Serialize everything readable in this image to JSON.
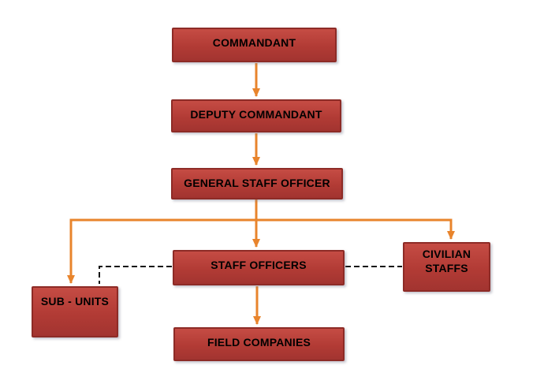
{
  "diagram": {
    "type": "organizational-chart",
    "background": "#FFFFFF",
    "colors": {
      "node_fill_top": "#C54C44",
      "node_fill_bottom": "#A23430",
      "node_border": "#8D2B26",
      "connector_arrow": "#E8842C",
      "dashed_connector": "#141414",
      "node_text": "#000000"
    },
    "nodes": {
      "commandant": {
        "label": "COMMANDANT"
      },
      "deputy_commandant": {
        "label": "DEPUTY COMMANDANT"
      },
      "general_staff_officer": {
        "label": "GENERAL STAFF OFFICER"
      },
      "staff_officers": {
        "label": "STAFF OFFICERS"
      },
      "sub_units": {
        "label": "SUB - UNITS"
      },
      "civilian_staffs": {
        "label": "CIVILIAN STAFFS"
      },
      "field_companies": {
        "label": "FIELD COMPANIES"
      }
    },
    "edges": [
      {
        "from": "commandant",
        "to": "deputy_commandant",
        "type": "solid-arrow"
      },
      {
        "from": "deputy_commandant",
        "to": "general_staff_officer",
        "type": "solid-arrow"
      },
      {
        "from": "general_staff_officer",
        "to": "staff_officers",
        "type": "solid-arrow"
      },
      {
        "from": "general_staff_officer",
        "to": "sub_units",
        "type": "solid-arrow"
      },
      {
        "from": "general_staff_officer",
        "to": "civilian_staffs",
        "type": "solid-arrow"
      },
      {
        "from": "staff_officers",
        "to": "field_companies",
        "type": "solid-arrow"
      },
      {
        "from": "staff_officers",
        "to": "sub_units",
        "type": "dashed-line"
      },
      {
        "from": "staff_officers",
        "to": "civilian_staffs",
        "type": "dashed-line"
      }
    ]
  }
}
